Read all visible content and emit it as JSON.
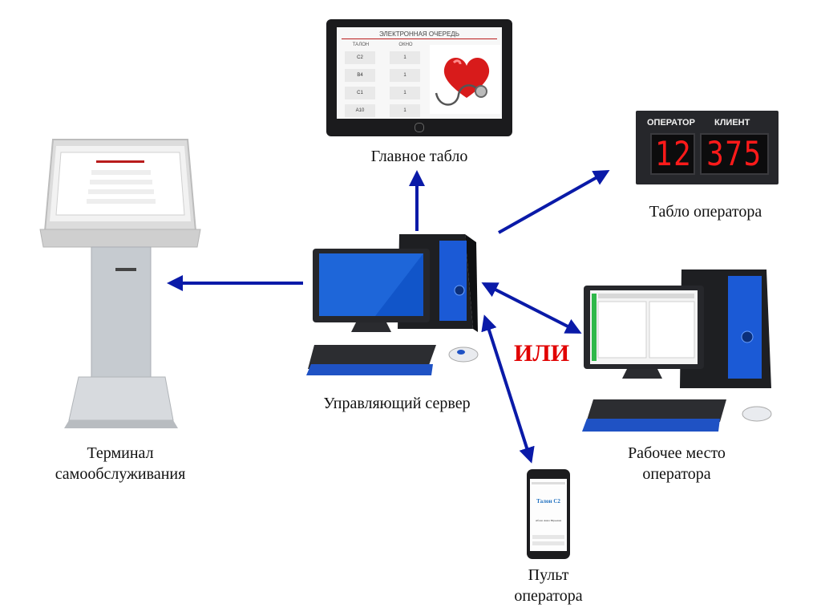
{
  "nodes": {
    "main_board": {
      "label": "Главное табло"
    },
    "operator_display": {
      "label": "Табло оператора"
    },
    "kiosk": {
      "label_line1": "Терминал",
      "label_line2": "самообслуживания"
    },
    "server": {
      "label": "Управляющий сервер"
    },
    "workstation": {
      "label_line1": "Рабочее место",
      "label_line2": "оператора"
    },
    "remote": {
      "label_line1": "Пульт",
      "label_line2": "оператора"
    }
  },
  "or_label": "ИЛИ",
  "main_board_screen": {
    "title": "ЭЛЕКТРОННАЯ ОЧЕРЕДЬ",
    "col_ticket": "ТАЛОН",
    "col_window": "ОКНО",
    "rows": [
      {
        "ticket": "C2",
        "window": "1"
      },
      {
        "ticket": "B4",
        "window": "1"
      },
      {
        "ticket": "C1",
        "window": "1"
      },
      {
        "ticket": "A10",
        "window": "1"
      }
    ]
  },
  "operator_display_screen": {
    "operator_header": "ОПЕРАТОР",
    "client_header": "КЛИЕНТ",
    "operator_number": "12",
    "client_number": "375"
  },
  "remote_screen": {
    "ticket": "Талон С2",
    "operator_name": "Абона Анна Юрьевна"
  },
  "colors": {
    "arrow": "#0a1aa8",
    "or_text": "#e10000",
    "led": "#ff1a1a",
    "monitor_blue": "#1155c9"
  }
}
